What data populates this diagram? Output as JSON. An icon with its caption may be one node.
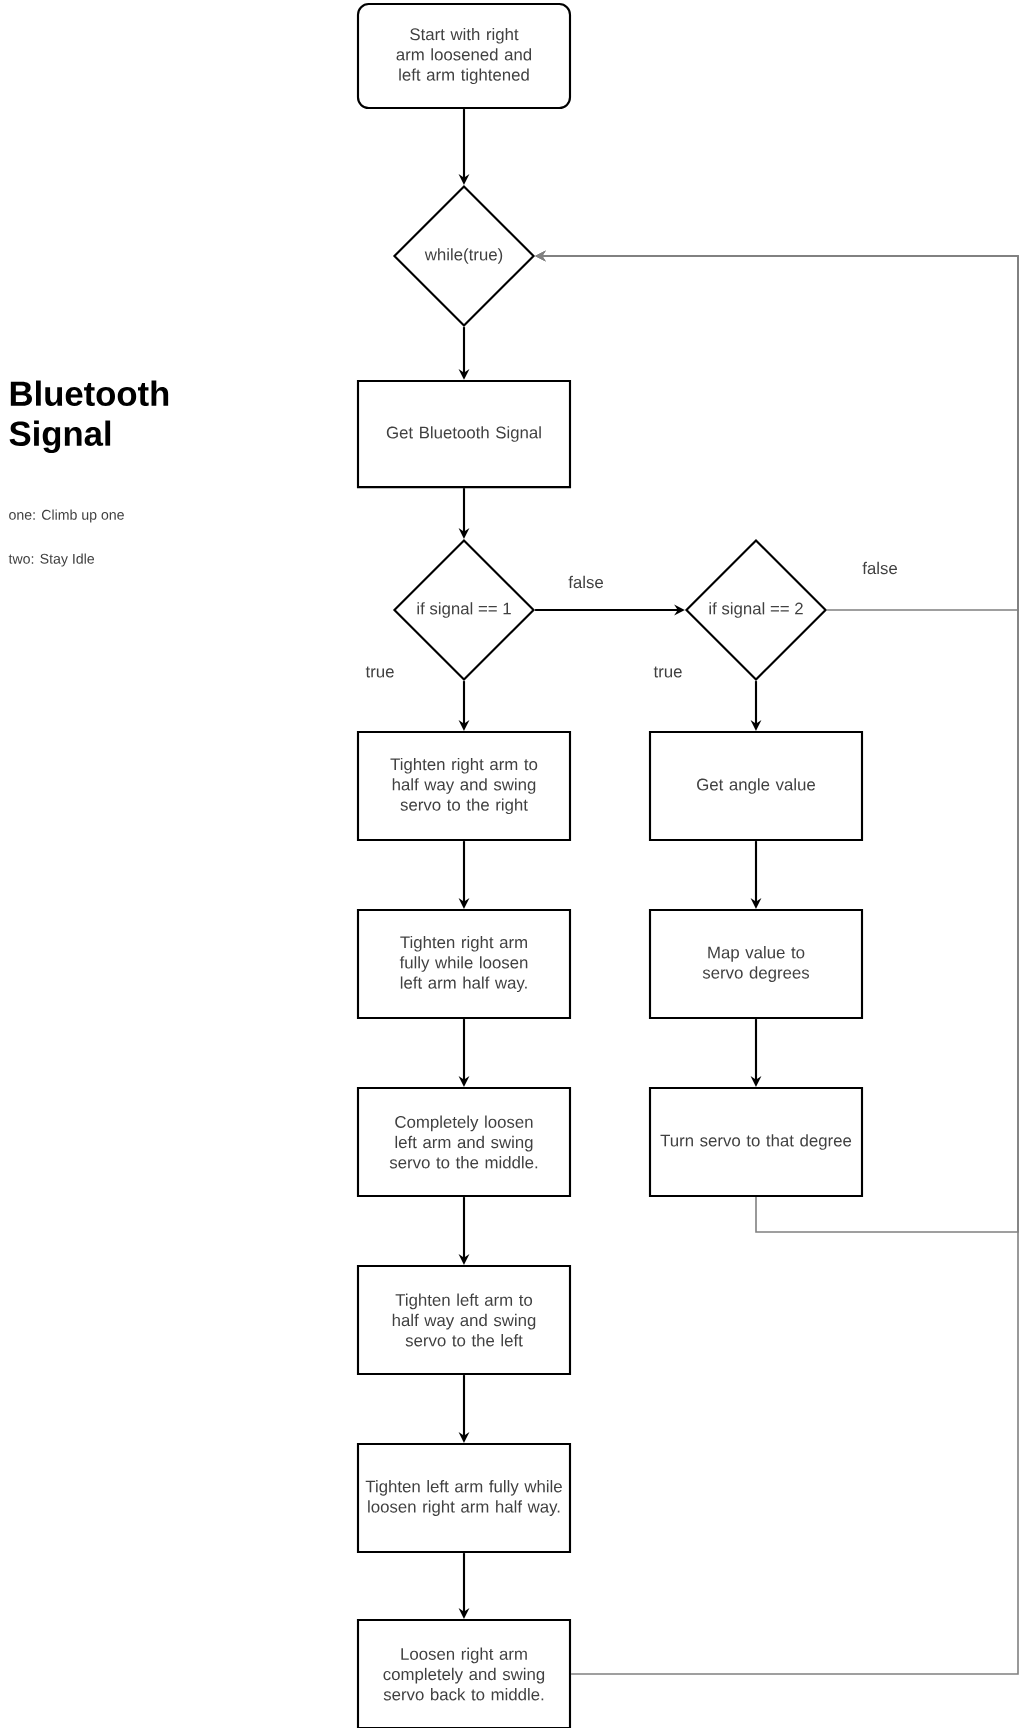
{
  "diagram": {
    "title": "Bluetooth Signal",
    "nodes": [
      {
        "text": [
          "Start with right arm loosened and left arm tightened"
        ]
      },
      {
        "text": [
          "while(true)"
        ]
      },
      {
        "text": [
          "Get Bluetooth Signal"
        ]
      },
      {
        "text": [
          "if signal == 1"
        ]
      },
      {
        "text": [
          "if signal == 2"
        ]
      },
      {
        "text": [
          "Tighten right arm to half way and swing servo to the right"
        ]
      },
      {
        "text": [
          "Tighten right arm fully while loosen left arm half way."
        ]
      },
      {
        "text": [
          "Completely loosen left arm and swing servo to the middle."
        ]
      },
      {
        "text": [
          "Tighten left arm to half way and swing servo to the left"
        ]
      },
      {
        "text": [
          "Tighten left arm fully while loosen right arm half way."
        ]
      },
      {
        "text": [
          "Loosen right arm completely and swing servo back to middle."
        ]
      },
      {
        "text": [
          "Get angle value"
        ]
      },
      {
        "text": [
          "Map value to servo degrees"
        ]
      },
      {
        "text": [
          "Turn servo to that degree"
        ]
      }
    ],
    "edges": [
      {
        "from": 0,
        "to": 1,
        "arrow": "to"
      },
      {
        "from": 1,
        "to": 2,
        "arrow": "to"
      },
      {
        "from": 2,
        "to": 3,
        "arrow": "to"
      },
      {
        "from": 3,
        "to": 4,
        "arrow": "to",
        "label": "false"
      },
      {
        "from": 3,
        "to": 5,
        "arrow": "to",
        "label": "true"
      },
      {
        "from": 5,
        "to": 6,
        "arrow": "to"
      },
      {
        "from": 6,
        "to": 7,
        "arrow": "to"
      },
      {
        "from": 7,
        "to": 8,
        "arrow": "to"
      },
      {
        "from": 8,
        "to": 9,
        "arrow": "to"
      },
      {
        "from": 9,
        "to": 10,
        "arrow": "to"
      },
      {
        "from": 4,
        "to": 11,
        "arrow": "to",
        "label": "true"
      },
      {
        "from": 11,
        "to": 12,
        "arrow": "to"
      },
      {
        "from": 12,
        "to": 13,
        "arrow": "to"
      },
      {
        "from": 4,
        "to": 1,
        "arrow": "to",
        "label": "false",
        "color": "#808080"
      },
      {
        "from": 13,
        "to": 1,
        "arrow": "to",
        "color": "#808080"
      },
      {
        "from": 10,
        "to": 1,
        "arrow": "to",
        "color": "#808080"
      }
    ],
    "labels": [
      "one: Climb up one",
      "two: Stay Idle"
    ]
  }
}
